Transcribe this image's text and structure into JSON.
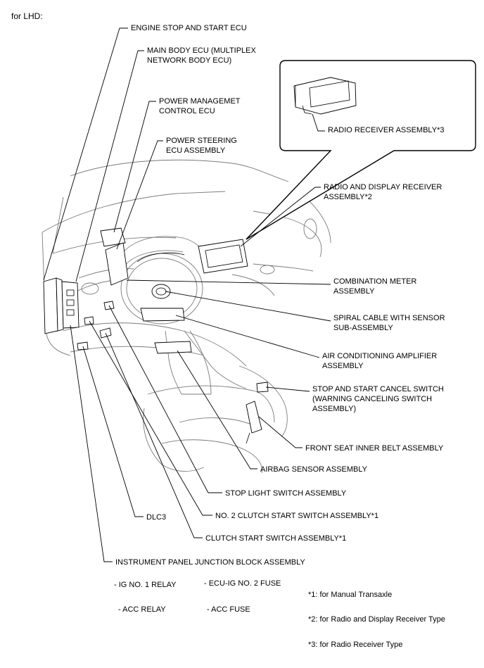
{
  "heading": "for LHD:",
  "labels": {
    "engine_stop_start_ecu": "ENGINE STOP AND START ECU",
    "main_body_ecu_1": "MAIN BODY ECU (MULTIPLEX",
    "main_body_ecu_2": "NETWORK BODY ECU)",
    "power_mgmt_1": "POWER MANAGEMET",
    "power_mgmt_2": "CONTROL ECU",
    "power_steering_1": "POWER STEERING",
    "power_steering_2": "ECU ASSEMBLY",
    "radio_receiver": "RADIO RECEIVER ASSEMBLY*3",
    "radio_display_1": "RADIO AND DISPLAY RECEIVER",
    "radio_display_2": "ASSEMBLY*2",
    "combination_meter_1": "COMBINATION METER",
    "combination_meter_2": "ASSEMBLY",
    "spiral_cable_1": "SPIRAL CABLE WITH SENSOR",
    "spiral_cable_2": "SUB-ASSEMBLY",
    "ac_amplifier_1": "AIR CONDITIONING AMPLIFIER",
    "ac_amplifier_2": "ASSEMBLY",
    "stop_start_cancel_1": "STOP AND START CANCEL SWITCH",
    "stop_start_cancel_2": "(WARNING CANCELING SWITCH",
    "stop_start_cancel_3": "ASSEMBLY)",
    "front_seat_belt": "FRONT SEAT INNER BELT ASSEMBLY",
    "airbag_sensor": "AIRBAG SENSOR ASSEMBLY",
    "stop_light_switch": "STOP LIGHT SWITCH ASSEMBLY",
    "dlc3": "DLC3",
    "no2_clutch": "NO. 2 CLUTCH START SWITCH ASSEMBLY*1",
    "clutch_start": "CLUTCH START SWITCH ASSEMBLY*1",
    "ip_junction_block": "INSTRUMENT PANEL JUNCTION BLOCK ASSEMBLY"
  },
  "sub_items": {
    "ig_no1_relay": "- IG NO. 1 RELAY",
    "ecu_ig_no2_fuse": "- ECU-IG NO. 2 FUSE",
    "acc_relay": "- ACC RELAY",
    "acc_fuse": "- ACC FUSE"
  },
  "notes": {
    "note1": "*1: for Manual Transaxle",
    "note2": "*2: for Radio and Display Receiver Type",
    "note3": "*3: for Radio Receiver Type"
  }
}
